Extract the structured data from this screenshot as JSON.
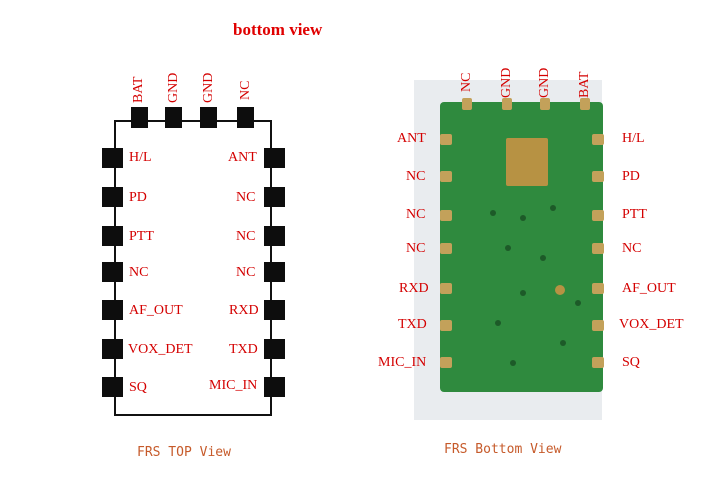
{
  "heading": "bottom view",
  "top_view": {
    "top_pins": [
      "BAT",
      "GND",
      "GND",
      "NC"
    ],
    "left_pins": [
      "H/L",
      "PD",
      "PTT",
      "NC",
      "AF_OUT",
      "VOX_DET",
      "SQ"
    ],
    "right_pins": [
      "ANT",
      "NC",
      "NC",
      "NC",
      "RXD",
      "TXD",
      "MIC_IN"
    ],
    "caption": "FRS TOP View"
  },
  "bottom_view": {
    "top_pins": [
      "NC",
      "GND",
      "GND",
      "BAT"
    ],
    "left_pins": [
      "ANT",
      "NC",
      "NC",
      "NC",
      "RXD",
      "TXD",
      "MIC_IN"
    ],
    "right_pins": [
      "H/L",
      "PD",
      "PTT",
      "NC",
      "AF_OUT",
      "VOX_DET",
      "SQ"
    ],
    "caption": "FRS Bottom View"
  },
  "colors": {
    "label": "#d40000",
    "pad": "#0d0d0d",
    "pcb": "#2f8a3e",
    "gold": "#c3a15a",
    "caption": "#c65a2a"
  }
}
